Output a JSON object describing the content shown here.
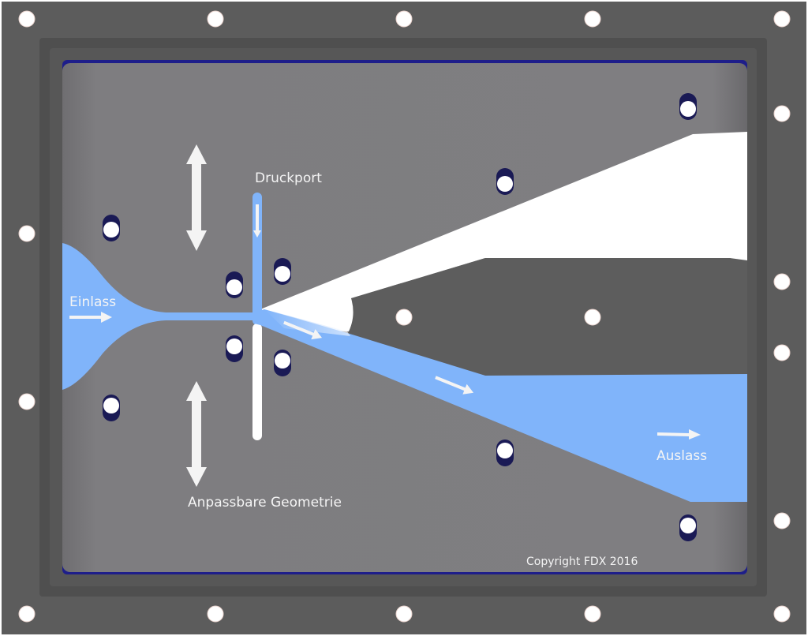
{
  "labels": {
    "inlet": "Einlass",
    "pressure_port": "Druckport",
    "outlet": "Auslass",
    "adjustable_geometry": "Anpassbare Geometrie",
    "copyright": "Copyright FDX 2016"
  },
  "colors": {
    "outer_frame": "#5c5c5c",
    "inner_frame": "#545454",
    "plate": "#7e7d80",
    "fluid": "#80b4fa",
    "insert": "#5d5d5d",
    "white": "#ffffff",
    "hole_shadow": "#1a1a55",
    "gasket": "#1e1e8a"
  },
  "icons": {
    "flow_arrow": "right-arrow-icon",
    "adjust_arrow": "double-vertical-arrow-icon",
    "bolt_hole": "bolt-hole-icon"
  }
}
